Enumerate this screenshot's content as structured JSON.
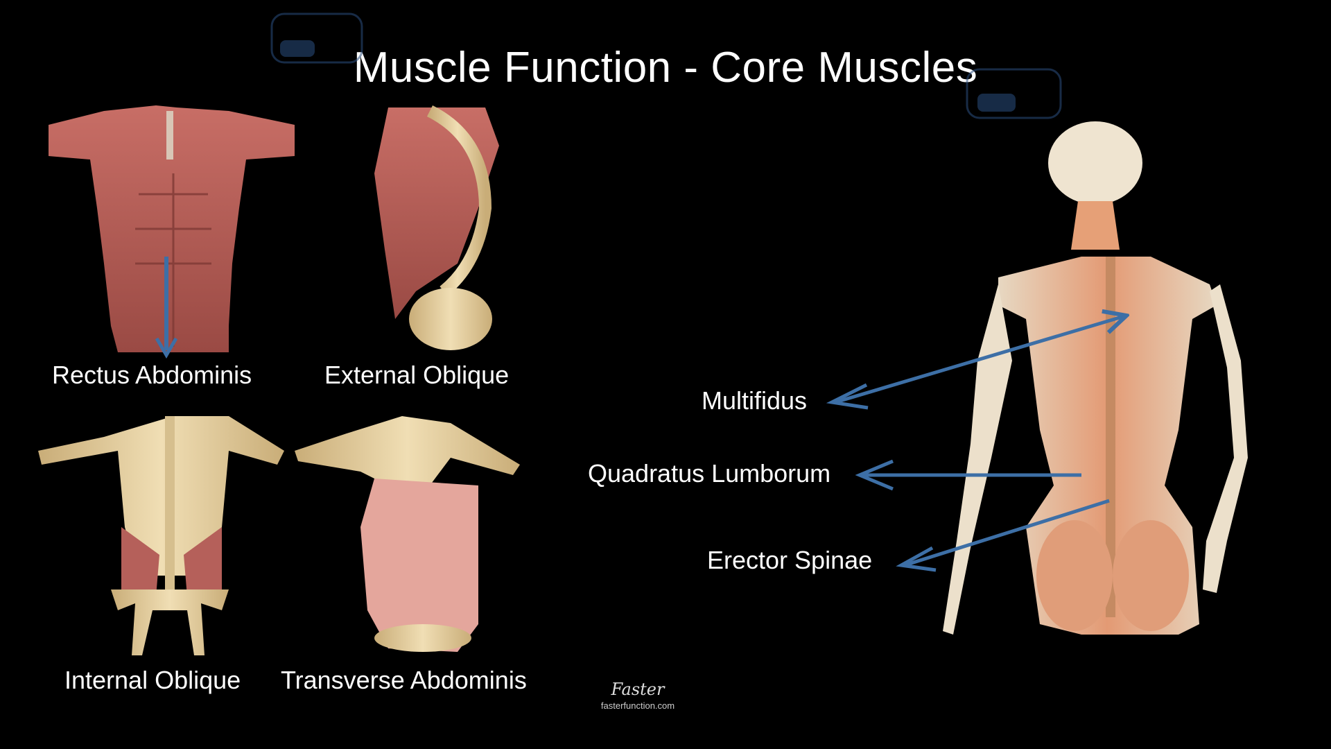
{
  "title": "Muscle Function - Core Muscles",
  "labels": {
    "rectus_abdominis": "Rectus Abdominis",
    "external_oblique": "External Oblique",
    "internal_oblique": "Internal Oblique",
    "transverse_abdominis": "Transverse Abdominis",
    "multifidus": "Multifidus",
    "quadratus_lumborum": "Quadratus Lumborum",
    "erector_spinae": "Erector Spinae"
  },
  "brand": {
    "script": "Faster",
    "url": "fasterfunction.com"
  },
  "colors": {
    "background": "#000000",
    "arrow": "#3d6fa6",
    "muscle": "#b85a52",
    "bone": "#e6cfa0",
    "skin_muscle": "#e8a584"
  }
}
